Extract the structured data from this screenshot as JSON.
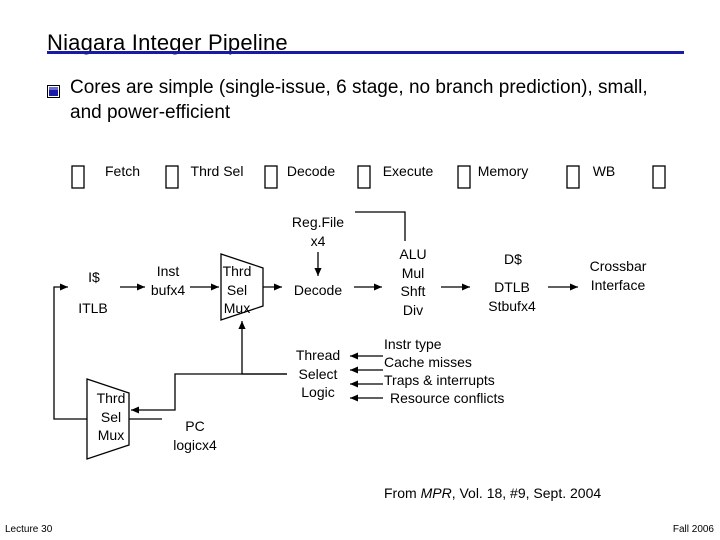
{
  "slide": {
    "title": "Niagara Integer Pipeline",
    "bullet": "Cores are simple (single-issue, 6 stage, no branch prediction), small, and power-efficient"
  },
  "stages": [
    "Fetch",
    "Thrd Sel",
    "Decode",
    "Execute",
    "Memory",
    "WB"
  ],
  "blocks": {
    "icache": "I$",
    "itlb": "ITLB",
    "inst_buf": [
      "Inst",
      "bufx4"
    ],
    "thrd_sel_mux_top": [
      "Thrd",
      "Sel",
      "Mux"
    ],
    "regfile": [
      "Reg.File",
      "x4"
    ],
    "decode": "Decode",
    "alu": [
      "ALU",
      "Mul",
      "Shft",
      "Div"
    ],
    "dcache": "D$",
    "dtlb": [
      "DTLB",
      "Stbufx4"
    ],
    "crossbar": [
      "Crossbar",
      "Interface"
    ],
    "thread_select_logic": [
      "Thread",
      "Select",
      "Logic"
    ],
    "thrd_sel_mux_bottom": [
      "Thrd",
      "Sel",
      "Mux"
    ],
    "pc_logic": [
      "PC",
      "logicx4"
    ]
  },
  "thread_select_inputs": [
    "Instr type",
    "Cache misses",
    "Traps & interrupts",
    "Resource conflicts"
  ],
  "source": {
    "prefix": "From ",
    "italic": "MPR",
    "suffix": ", Vol. 18, #9, Sept. 2004"
  },
  "footer": {
    "left": "Lecture 30",
    "right": "Fall 2006"
  },
  "colors": {
    "title_rule": "#1a1aa8",
    "bullet_fill": "#1a1aa8"
  }
}
